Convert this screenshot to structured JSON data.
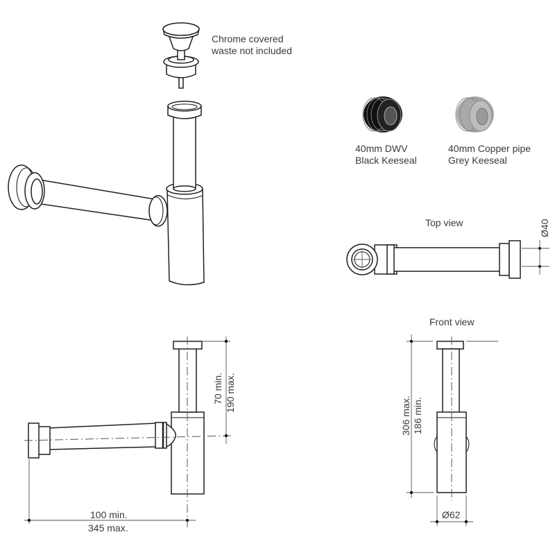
{
  "waste_note": {
    "line1": "Chrome covered",
    "line2": "waste not included"
  },
  "keeseals": [
    {
      "line1": "40mm DWV",
      "line2": "Black Keeseal",
      "color": "#1a1a1a"
    },
    {
      "line1": "40mm Copper pipe",
      "line2": "Grey Keeseal",
      "color": "#a9a9a9"
    }
  ],
  "top_view": {
    "title": "Top view",
    "diameter": "Ø40"
  },
  "side_view": {
    "height_min": "70 min.",
    "height_max": "190 max.",
    "length_min": "100 min.",
    "length_max": "345 max."
  },
  "front_view": {
    "title": "Front view",
    "height_max": "306 max.",
    "height_min": "186 min.",
    "diameter": "Ø62"
  }
}
